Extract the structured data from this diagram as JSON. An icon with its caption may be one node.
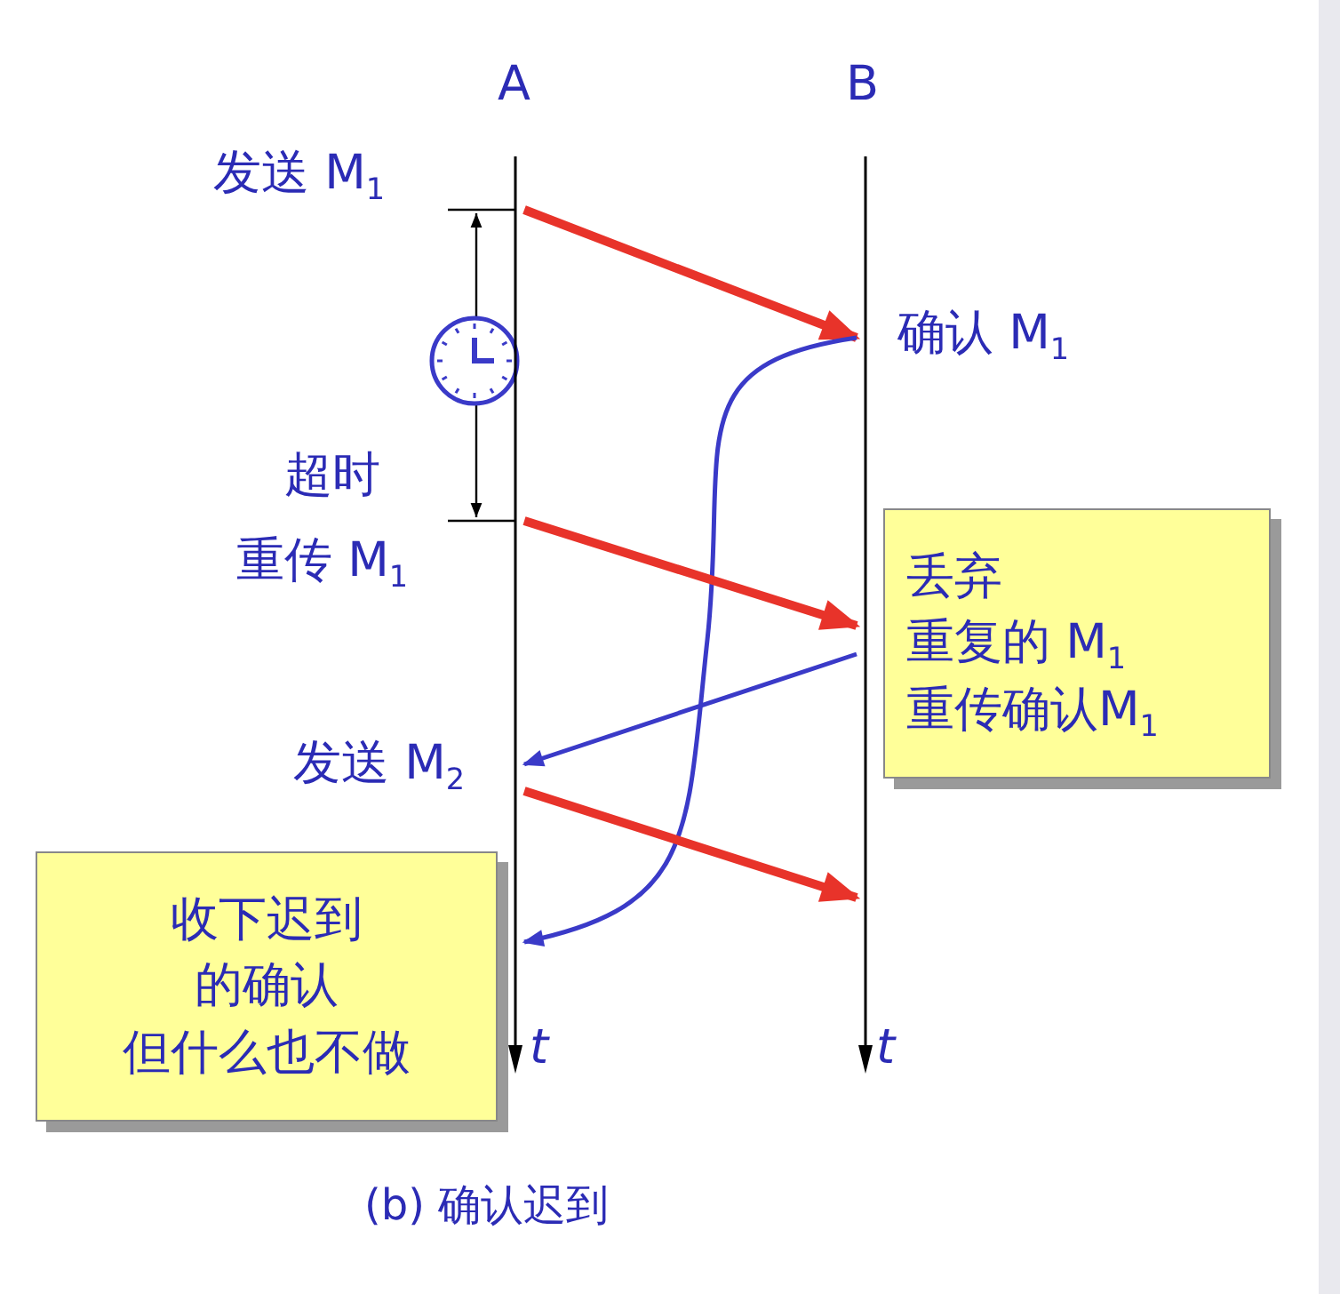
{
  "diagram": {
    "caption": "(b) 确认迟到",
    "nodes": [
      {
        "text": [],
        "shape": "bar"
      },
      {
        "text": [],
        "shape": "bar"
      },
      {
        "text": [
          "丢弃",
          "重复的 M$_{1}$",
          "重传确认M$_{1}$"
        ]
      },
      {
        "text": [
          "收下迟到",
          "的确认",
          "但什么也不做"
        ]
      }
    ],
    "edges": [
      {
        "from": 0,
        "to": 1,
        "arrow": "to"
      },
      {
        "from": 1,
        "to": 0,
        "arrow": "to",
        "color": "#3a3ac8"
      },
      {
        "from": 0,
        "to": 1,
        "arrow": "to"
      },
      {
        "from": 1,
        "to": 0,
        "arrow": "to",
        "color": "#3a3ac8"
      },
      {
        "from": 0,
        "to": 1,
        "arrow": "to"
      }
    ],
    "labels": [
      "A",
      "B",
      "发送 M$_{1}$",
      "确认 M$_{1}$",
      "超时",
      "重传 M$_{1}$",
      "发送 M$_{2}$",
      "t",
      "t"
    ]
  }
}
